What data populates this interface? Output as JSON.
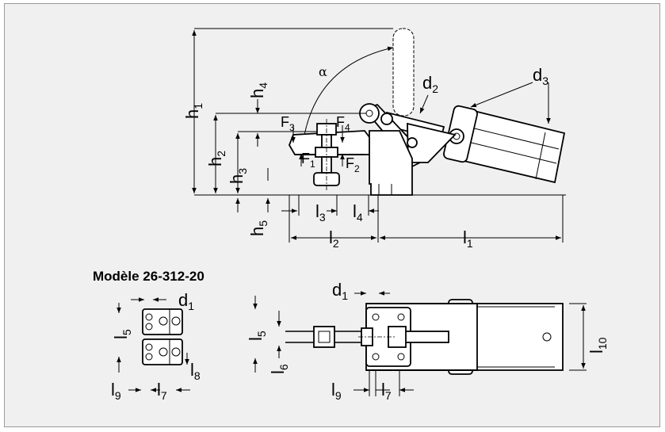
{
  "title": "Modèle 26-312-20",
  "side_view": {
    "angle_label": "α",
    "dims": [
      {
        "id": "h1",
        "base": "h",
        "sub": "1"
      },
      {
        "id": "h2",
        "base": "h",
        "sub": "2"
      },
      {
        "id": "h3",
        "base": "h",
        "sub": "3"
      },
      {
        "id": "h4",
        "base": "h",
        "sub": "4"
      },
      {
        "id": "h5",
        "base": "h",
        "sub": "5"
      },
      {
        "id": "d2",
        "base": "d",
        "sub": "2"
      },
      {
        "id": "d3",
        "base": "d",
        "sub": "3"
      },
      {
        "id": "F1",
        "base": "F",
        "sub": "1"
      },
      {
        "id": "F2",
        "base": "F",
        "sub": "2"
      },
      {
        "id": "F3",
        "base": "F",
        "sub": "3"
      },
      {
        "id": "F4",
        "base": "F",
        "sub": "4"
      },
      {
        "id": "l1",
        "base": "l",
        "sub": "1"
      },
      {
        "id": "l2",
        "base": "l",
        "sub": "2"
      },
      {
        "id": "l3",
        "base": "l",
        "sub": "3"
      },
      {
        "id": "l4",
        "base": "l",
        "sub": "4"
      }
    ]
  },
  "base_detail": {
    "dims": [
      {
        "id": "d1",
        "base": "d",
        "sub": "1"
      },
      {
        "id": "l5",
        "base": "l",
        "sub": "5"
      },
      {
        "id": "l8",
        "base": "l",
        "sub": "8"
      },
      {
        "id": "l9",
        "base": "l",
        "sub": "9"
      },
      {
        "id": "l7",
        "base": "l",
        "sub": "7"
      }
    ]
  },
  "top_view": {
    "dims": [
      {
        "id": "d1",
        "base": "d",
        "sub": "1"
      },
      {
        "id": "l5",
        "base": "l",
        "sub": "5"
      },
      {
        "id": "l6",
        "base": "l",
        "sub": "6"
      },
      {
        "id": "l10",
        "base": "l",
        "sub": "10"
      },
      {
        "id": "l9",
        "base": "l",
        "sub": "9"
      },
      {
        "id": "l7",
        "base": "l",
        "sub": "7"
      }
    ]
  }
}
